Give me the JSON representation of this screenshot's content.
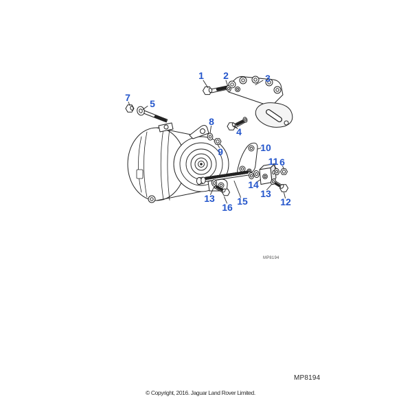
{
  "diagram": {
    "watermark": "MP8194",
    "colors": {
      "callout_blue": "#2355cb",
      "line": "#222222"
    },
    "callouts": [
      {
        "label": "1"
      },
      {
        "label": "2"
      },
      {
        "label": "3"
      },
      {
        "label": "7"
      },
      {
        "label": "5"
      },
      {
        "label": "8"
      },
      {
        "label": "4"
      },
      {
        "label": "9"
      },
      {
        "label": "10"
      },
      {
        "label": "11"
      },
      {
        "label": "6"
      },
      {
        "label": "14"
      },
      {
        "label": "13"
      },
      {
        "label": "15"
      },
      {
        "label": "16"
      },
      {
        "label": "13"
      },
      {
        "label": "12"
      }
    ]
  },
  "footer": {
    "image_code": "MP8194",
    "copyright": "© Copyright, 2016. Jaguar Land Rover Limited."
  }
}
